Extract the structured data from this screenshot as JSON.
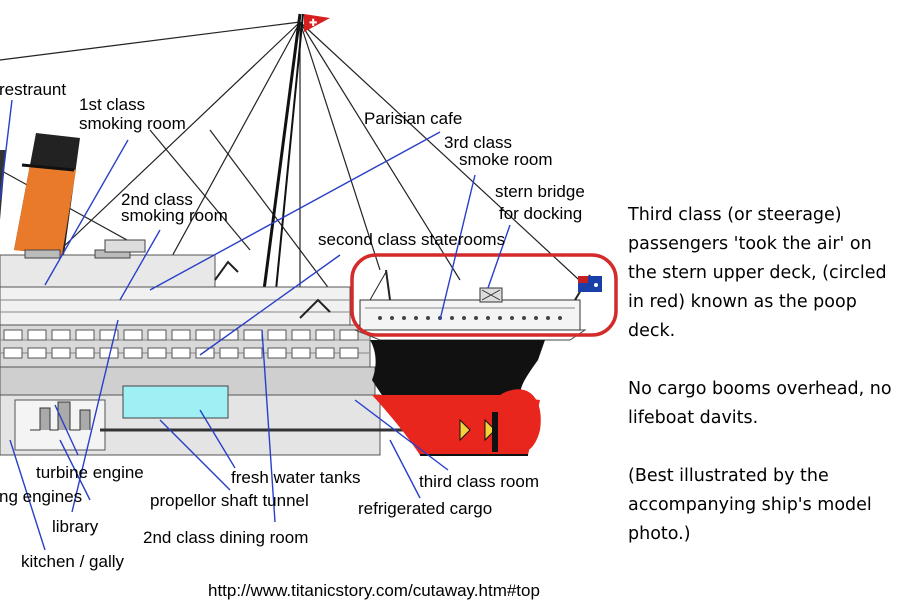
{
  "diagram": {
    "labels": {
      "restaurant": "restraunt",
      "first_smoking_1": "1st class",
      "first_smoking_2": "smoking room",
      "parisian": "Parisian cafe",
      "third_smoke_1": "3rd class",
      "third_smoke_2": "smoke room",
      "stern_bridge_1": "stern bridge",
      "stern_bridge_2": "for docking",
      "second_smoking_1": "2nd class",
      "second_smoking_2": "smoking room",
      "second_staterooms": "second class staterooms",
      "turbine": "turbine engine",
      "fresh_water": "fresh water tanks",
      "third_room": "third class room",
      "engines": "ng engines",
      "propeller": "propellor shaft tunnel",
      "refrigerated": "refrigerated cargo",
      "library": "library",
      "second_dining": "2nd class dining room",
      "kitchen": "kitchen / gally"
    },
    "colors": {
      "hull_red": "#e8261e",
      "funnel_orange": "#e87a2a",
      "water_tank": "#9ff0f5",
      "circle_red": "#d42a2a",
      "pointer_blue": "#2a3fc8"
    }
  },
  "caption": {
    "paragraph1": "Third class (or steerage) passengers 'took the air' on the stern upper deck, (circled in red) known as the poop deck.",
    "paragraph2": "No cargo booms overhead, no lifeboat davits.",
    "paragraph3": "(Best illustrated by the accompanying ship's model photo.)"
  },
  "source_url": "http://www.titanicstory.com/cutaway.htm#top"
}
